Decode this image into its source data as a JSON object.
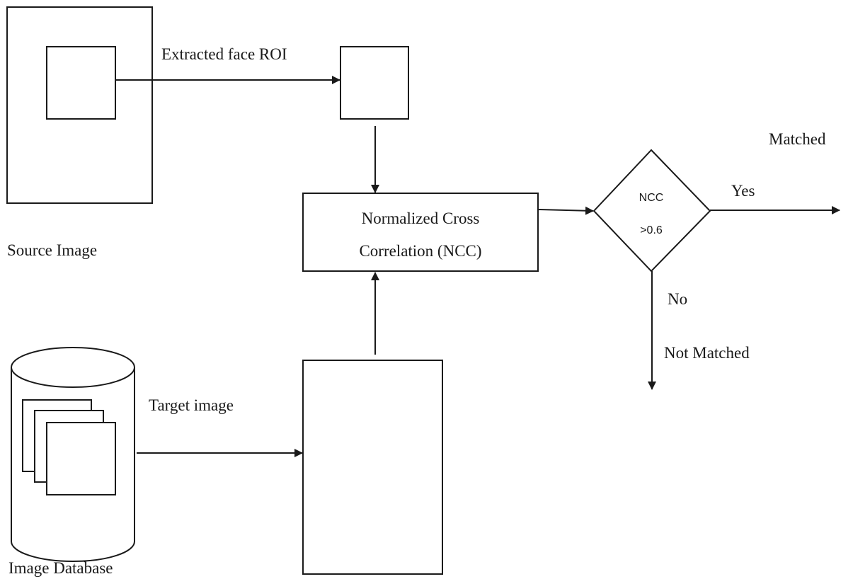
{
  "diagram": {
    "labels": {
      "extracted_face_roi": "Extracted face ROI",
      "source_image": "Source Image",
      "ncc_line1": "Normalized Cross",
      "ncc_line2": "Correlation (NCC)",
      "decision_line1": "NCC",
      "decision_line2": ">0.6",
      "matched": "Matched",
      "yes": "Yes",
      "no": "No",
      "not_matched": "Not Matched",
      "target_image": "Target image",
      "image_database": "Image Database"
    },
    "colors": {
      "stroke": "#1a1a1a",
      "background": "#ffffff"
    }
  }
}
